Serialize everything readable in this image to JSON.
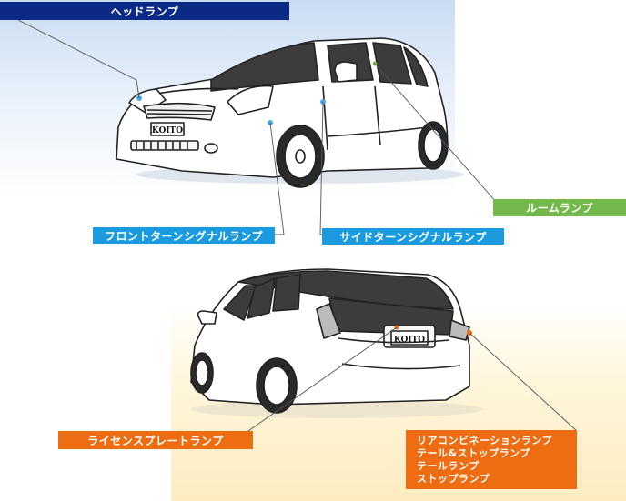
{
  "labels": {
    "headlamp": "ヘッドランプ",
    "room_lamp": "ルームランプ",
    "front_turn_signal": "フロントターンシグナルランプ",
    "side_turn_signal": "サイドターンシグナルランプ",
    "license_plate_lamp": "ライセンスプレートランプ",
    "rear_combination": [
      "リアコンビネーションランプ",
      "テール&ストップランプ",
      "テールランプ",
      "ストップランプ"
    ]
  },
  "badges": {
    "front_plate": "KOITO",
    "rear_plate": "KOITO"
  },
  "colors": {
    "headlamp_label": "#0a2a86",
    "room_label": "#72b84a",
    "turn_signal_label": "#1a9be0",
    "rear_labels": "#ee6c12"
  }
}
